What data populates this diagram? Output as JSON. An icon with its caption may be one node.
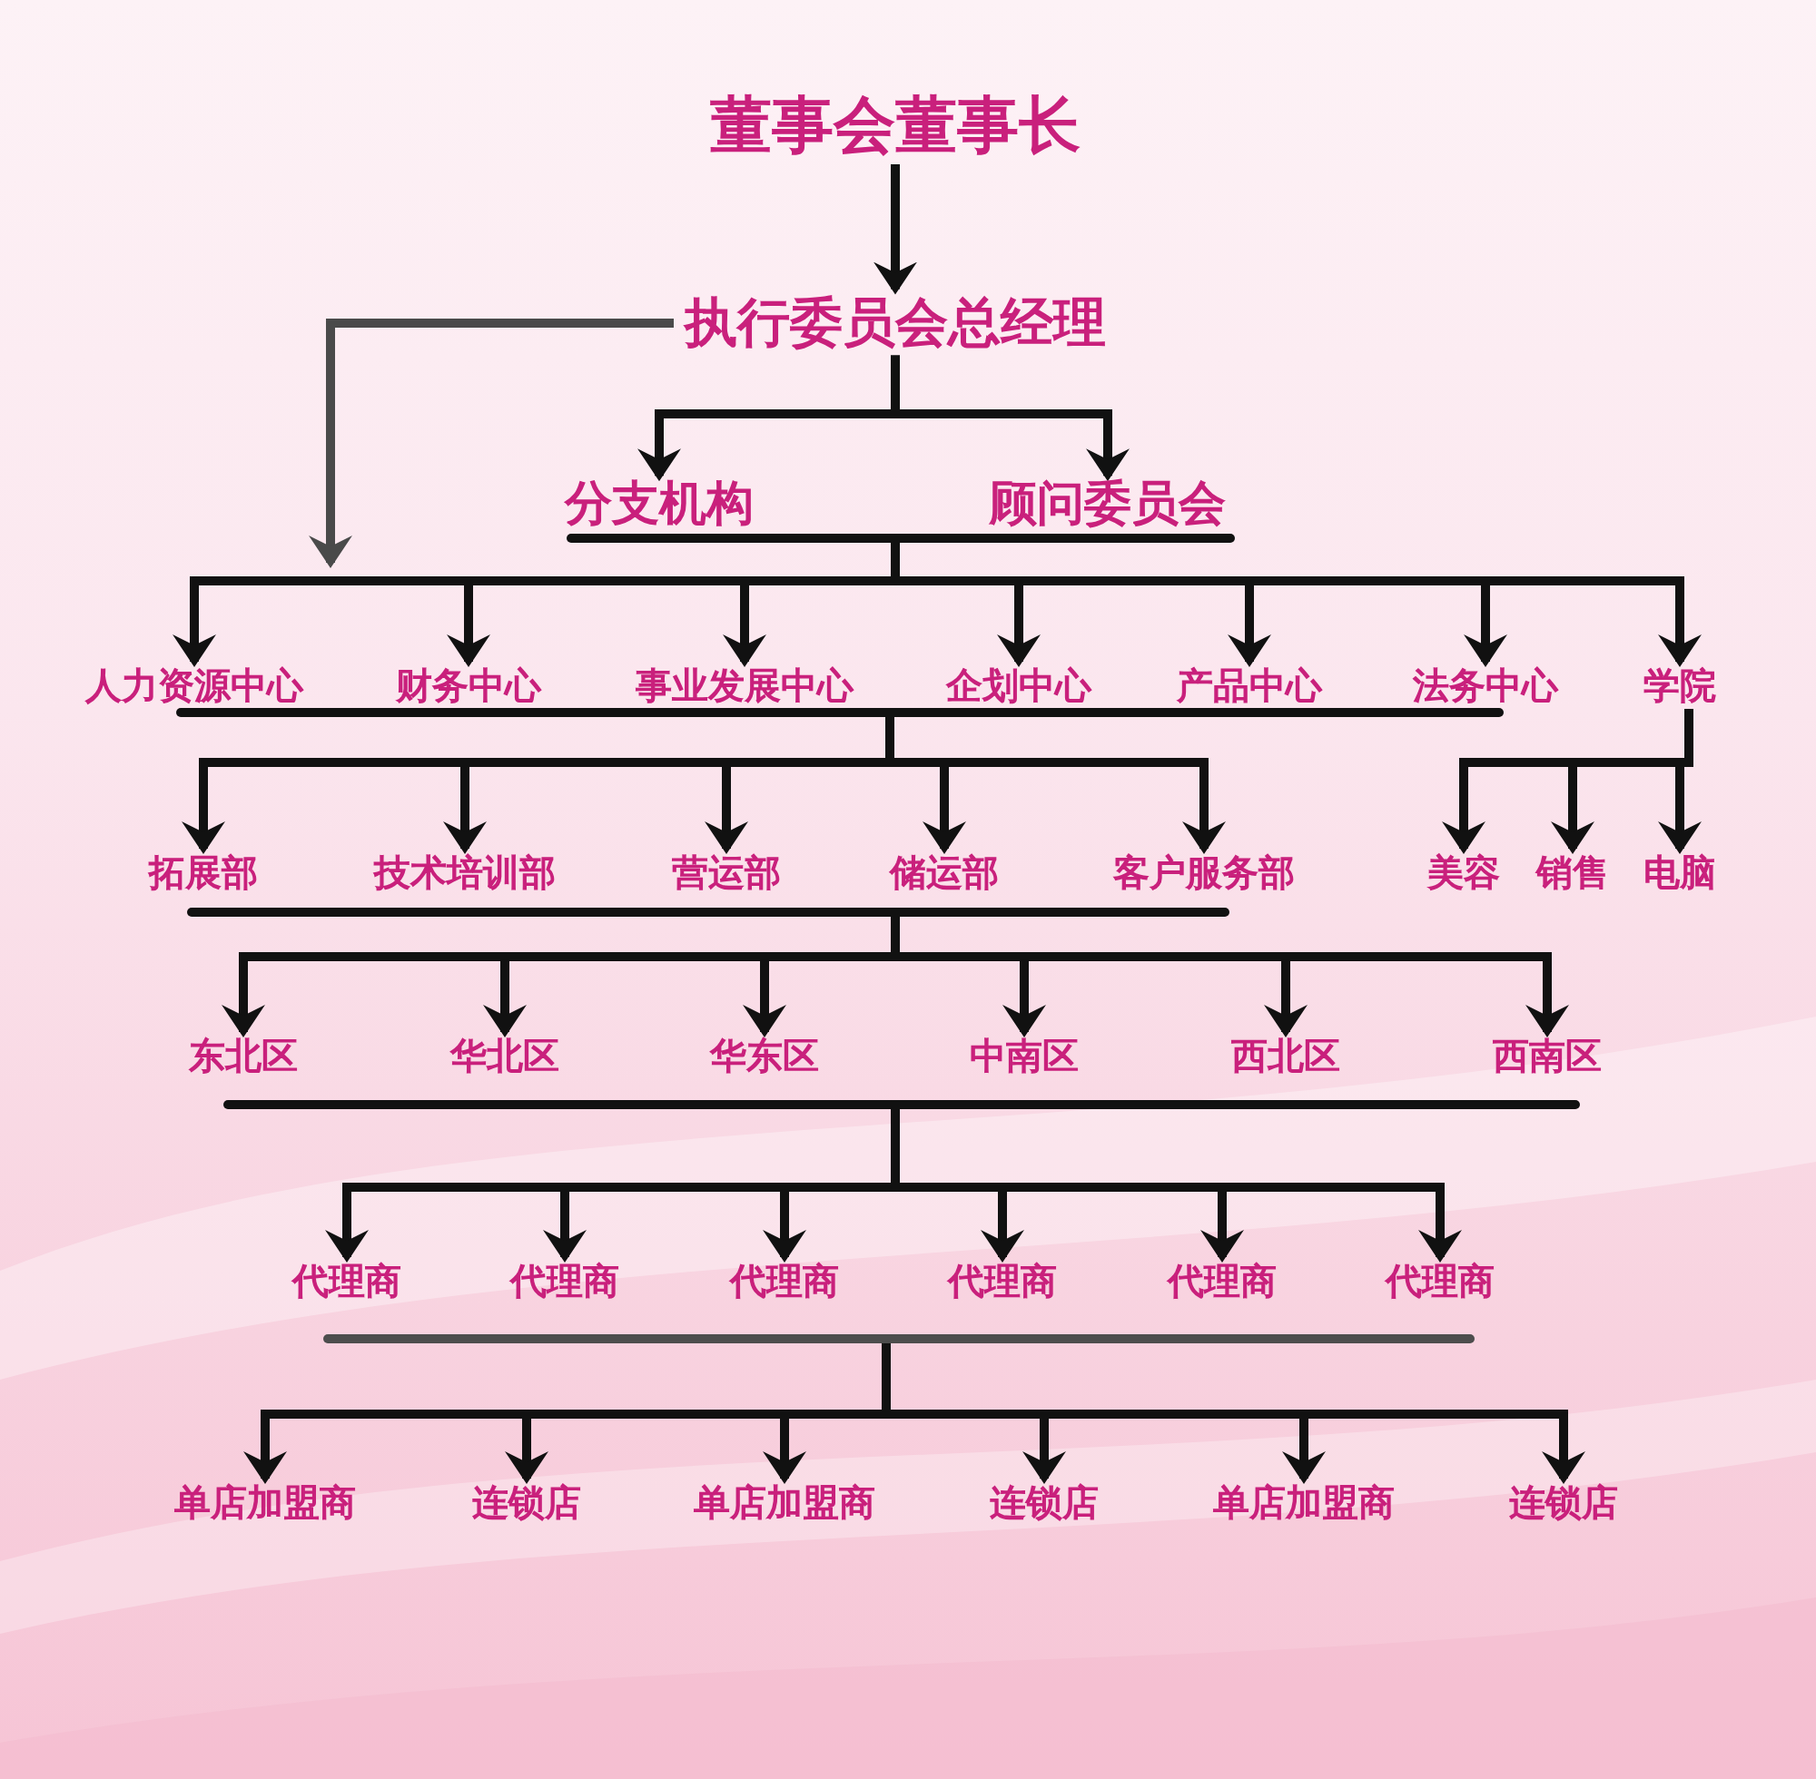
{
  "diagram": {
    "nodes": [
      {
        "text": [
          "董事会董事长"
        ]
      },
      {
        "text": [
          "执行委员会总经理"
        ]
      },
      {
        "text": [
          "分支机构"
        ]
      },
      {
        "text": [
          "顾问委员会"
        ]
      },
      {
        "text": [],
        "shape": "bar"
      },
      {
        "text": [
          "人力资源中心"
        ]
      },
      {
        "text": [
          "财务中心"
        ]
      },
      {
        "text": [
          "事业发展中心"
        ]
      },
      {
        "text": [
          "企划中心"
        ]
      },
      {
        "text": [
          "产品中心"
        ]
      },
      {
        "text": [
          "法务中心"
        ]
      },
      {
        "text": [
          "学院"
        ]
      },
      {
        "text": [],
        "shape": "bar"
      },
      {
        "text": [
          "拓展部"
        ]
      },
      {
        "text": [
          "技术培训部"
        ]
      },
      {
        "text": [
          "营运部"
        ]
      },
      {
        "text": [
          "储运部"
        ]
      },
      {
        "text": [
          "客户服务部"
        ]
      },
      {
        "text": [
          "美容"
        ]
      },
      {
        "text": [
          "销售"
        ]
      },
      {
        "text": [
          "电脑"
        ]
      },
      {
        "text": [],
        "shape": "bar"
      },
      {
        "text": [
          "东北区"
        ]
      },
      {
        "text": [
          "华北区"
        ]
      },
      {
        "text": [
          "华东区"
        ]
      },
      {
        "text": [
          "中南区"
        ]
      },
      {
        "text": [
          "西北区"
        ]
      },
      {
        "text": [
          "西南区"
        ]
      },
      {
        "text": [],
        "shape": "bar"
      },
      {
        "text": [
          "代理商"
        ]
      },
      {
        "text": [
          "代理商"
        ]
      },
      {
        "text": [
          "代理商"
        ]
      },
      {
        "text": [
          "代理商"
        ]
      },
      {
        "text": [
          "代理商"
        ]
      },
      {
        "text": [
          "代理商"
        ]
      },
      {
        "text": [],
        "shape": "bar"
      },
      {
        "text": [
          "单店加盟商"
        ]
      },
      {
        "text": [
          "连锁店"
        ]
      },
      {
        "text": [
          "单店加盟商"
        ]
      },
      {
        "text": [
          "连锁店"
        ]
      },
      {
        "text": [
          "单店加盟商"
        ]
      },
      {
        "text": [
          "连锁店"
        ]
      }
    ],
    "edges": [
      {
        "from": 0,
        "to": 1,
        "arrow": "to"
      },
      {
        "from": 1,
        "to": 2,
        "arrow": "to"
      },
      {
        "from": 1,
        "to": 3,
        "arrow": "to"
      },
      {
        "from": 1,
        "to": null,
        "arrow": "to",
        "color": "#4a4a4a"
      },
      {
        "from": 4,
        "to": 5,
        "arrow": "to"
      },
      {
        "from": 4,
        "to": 6,
        "arrow": "to"
      },
      {
        "from": 4,
        "to": 7,
        "arrow": "to"
      },
      {
        "from": 4,
        "to": 8,
        "arrow": "to"
      },
      {
        "from": 4,
        "to": 9,
        "arrow": "to"
      },
      {
        "from": 4,
        "to": 10,
        "arrow": "to"
      },
      {
        "from": 4,
        "to": 11,
        "arrow": "to"
      },
      {
        "from": 12,
        "to": 13,
        "arrow": "to"
      },
      {
        "from": 12,
        "to": 14,
        "arrow": "to"
      },
      {
        "from": 12,
        "to": 15,
        "arrow": "to"
      },
      {
        "from": 12,
        "to": 16,
        "arrow": "to"
      },
      {
        "from": 12,
        "to": 17,
        "arrow": "to"
      },
      {
        "from": 11,
        "to": 18,
        "arrow": "to"
      },
      {
        "from": 11,
        "to": 19,
        "arrow": "to"
      },
      {
        "from": 11,
        "to": 20,
        "arrow": "to"
      },
      {
        "from": 21,
        "to": 22,
        "arrow": "to"
      },
      {
        "from": 21,
        "to": 23,
        "arrow": "to"
      },
      {
        "from": 21,
        "to": 24,
        "arrow": "to"
      },
      {
        "from": 21,
        "to": 25,
        "arrow": "to"
      },
      {
        "from": 21,
        "to": 26,
        "arrow": "to"
      },
      {
        "from": 21,
        "to": 27,
        "arrow": "to"
      },
      {
        "from": 28,
        "to": 29,
        "arrow": "to"
      },
      {
        "from": 28,
        "to": 30,
        "arrow": "to"
      },
      {
        "from": 28,
        "to": 31,
        "arrow": "to"
      },
      {
        "from": 28,
        "to": 32,
        "arrow": "to"
      },
      {
        "from": 28,
        "to": 33,
        "arrow": "to"
      },
      {
        "from": 28,
        "to": 34,
        "arrow": "to"
      },
      {
        "from": 35,
        "to": 36,
        "arrow": "to"
      },
      {
        "from": 35,
        "to": 37,
        "arrow": "to"
      },
      {
        "from": 35,
        "to": 38,
        "arrow": "to"
      },
      {
        "from": 35,
        "to": 39,
        "arrow": "to"
      },
      {
        "from": 35,
        "to": 40,
        "arrow": "to"
      },
      {
        "from": 35,
        "to": 41,
        "arrow": "to"
      }
    ]
  }
}
